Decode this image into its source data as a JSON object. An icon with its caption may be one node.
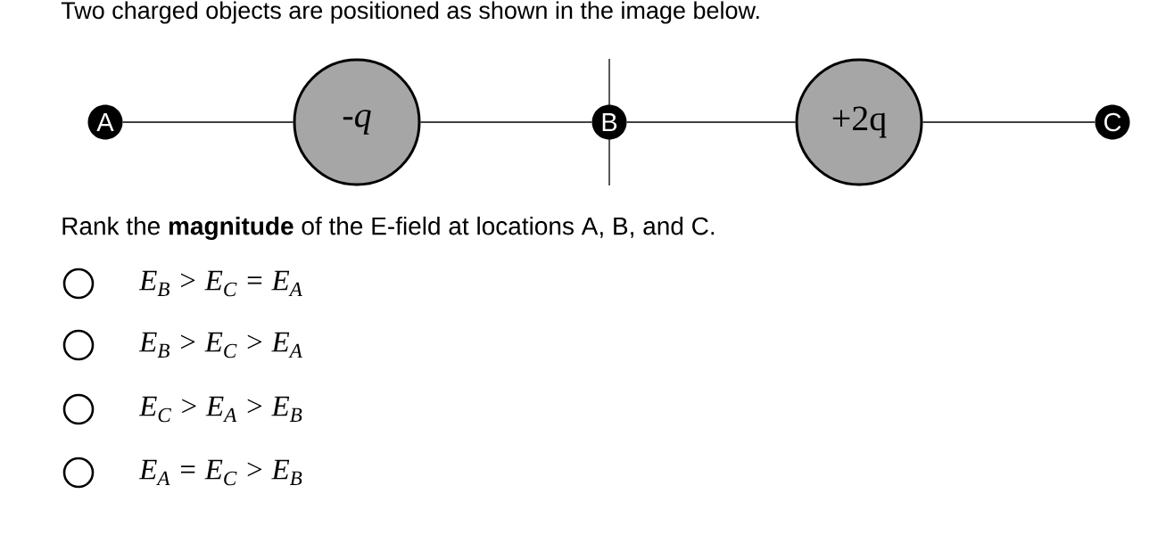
{
  "diagram": {
    "title": "Two charged objects are positioned as shown in the image below.",
    "nodes": [
      {
        "text": [
          "A"
        ]
      },
      {
        "text": [
          "-*q*"
        ]
      },
      {
        "text": [
          "B"
        ]
      },
      {
        "text": [
          "+2q"
        ]
      },
      {
        "text": [
          "C"
        ]
      }
    ],
    "edges": [
      {
        "from": 0,
        "to": 1,
        "arrow": "none"
      },
      {
        "from": 1,
        "to": 2,
        "arrow": "none"
      },
      {
        "from": 2,
        "to": 3,
        "arrow": "none"
      },
      {
        "from": 3,
        "to": 4,
        "arrow": "none"
      }
    ],
    "labels": [
      "Rank the **magnitude** of the E-field at locations A, B, and C.",
      "E$_{B}$ > E$_{C}$ = E$_{A}$",
      "E$_{B}$ > E$_{C}$ > E$_{A}$",
      "E$_{C}$ > E$_{A}$ > E$_{B}$",
      "E$_{A}$ = E$_{C}$ > E$_{B}$"
    ]
  }
}
